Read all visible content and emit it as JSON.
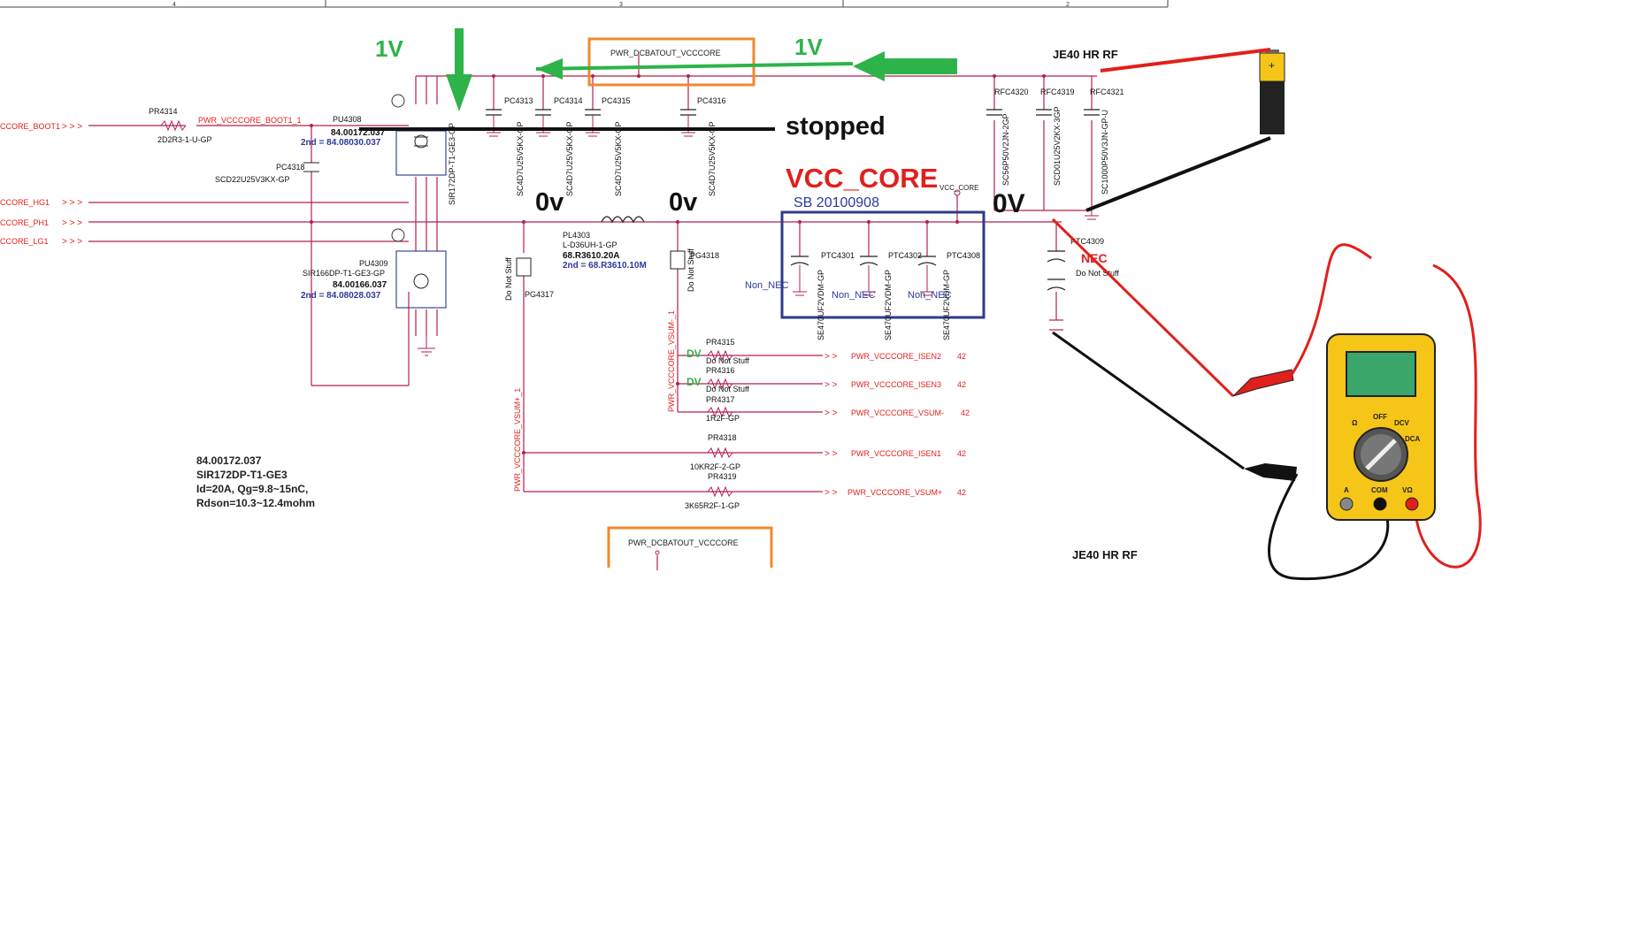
{
  "ruler": {
    "zones": [
      "4",
      "3",
      "2"
    ]
  },
  "annotations": {
    "v1_left": "1V",
    "v1_right": "1V",
    "stopped": "stopped",
    "zero_left": "0v",
    "zero_mid": "0v",
    "zero_right": "0V",
    "vcc_core": "VCC_CORE",
    "sb_date": "SB 20100908",
    "je40_top": "JE40 HR RF",
    "je40_bottom": "JE40 HR RF",
    "nec": "NEC",
    "dv1": "DV",
    "dv2": "DV"
  },
  "nets": {
    "boot_left": "CCORE_BOOT1",
    "hg_left": "CCORE_HG1",
    "ph_left": "CCORE_PH1",
    "lg_left": "CCORE_LG1",
    "boot1_1": "PWR_VCCCORE_BOOT1_1",
    "dcbatout_top": "PWR_DCBATOUT_VCCCORE",
    "dcbatout_bottom": "PWR_DCBATOUT_VCCCORE",
    "vcc_core_small": "VCC_CORE",
    "vsum_minus_v": "PWR_VCCCORE_VSUM-_1",
    "vsum_plus_v": "PWR_VCCCORE_VSUM+_1",
    "isen2": "PWR_VCCCORE_ISEN2",
    "isen3": "PWR_VCCCORE_ISEN3",
    "vsum_minus": "PWR_VCCCORE_VSUM-",
    "isen1": "PWR_VCCCORE_ISEN1",
    "vsum_plus": "PWR_VCCCORE_VSUM+",
    "page_42": "42"
  },
  "parts": {
    "pr4314": "PR4314",
    "pr4314_val": "2D2R3-1-U-GP",
    "pu4308": "PU4308",
    "pu4308_pn": "84.00172.037",
    "pu4308_2nd": "2nd = 84.08030.037",
    "pu4308_v": "SIR172DP-T1-GE3-GP",
    "pc4318": "PC4318",
    "pc4318_val": "SCD22U25V3KX-GP",
    "pu4309": "PU4309",
    "pu4309_val": "SIR166DP-T1-GE3-GP",
    "pu4309_pn": "84.00166.037",
    "pu4309_2nd": "2nd = 84.08028.037",
    "pc4313": "PC4313",
    "pc4314": "PC4314",
    "pc4315": "PC4315",
    "pc4316": "PC4316",
    "cap_v": "SC4D7U25V5KX-GP",
    "pl4303": "PL4303",
    "pl4303_val": "L-D36UH-1-GP",
    "pl4303_pn": "68.R3610.20A",
    "pl4303_2nd": "2nd = 68.R3610.10M",
    "pg4317": "PG4317",
    "pg4318": "PG4318",
    "do_not_stuff": "Do Not Stuff",
    "ptc4301": "PTC4301",
    "ptc4302": "PTC4302",
    "ptc4308": "PTC4308",
    "ptc_v": "SE470UF2VDM-GP",
    "non_nec": "Non_NEC",
    "rfc4320": "RFC4320",
    "rfc4319": "RFC4319",
    "rfc4321": "RFC4321",
    "rfc4320_v": "SC56P50V2JN-2GP",
    "rfc4319_v": "SCD01U25V2KX-3GP",
    "rfc4321_v": "SC1000P50V3JN-GP-U",
    "ptc4309": "PTC4309",
    "pr4315": "PR4315",
    "pr4316": "PR4316",
    "pr4317": "PR4317",
    "pr4317_val": "1R2F-GP",
    "pr4318": "PR4318",
    "pr4318_val": "10KR2F-2-GP",
    "pr4319": "PR4319",
    "pr4319_val": "3K65R2F-1-GP"
  },
  "notes": {
    "line1": "84.00172.037",
    "line2": "SIR172DP-T1-GE3",
    "line3": "Id=20A, Qg=9.8~15nC,",
    "line4": "Rdson=10.3~12.4mohm"
  },
  "multimeter": {
    "off": "OFF",
    "ohm": "Ω",
    "dcv": "DCV",
    "dca": "DCA",
    "a": "A",
    "com": "COM",
    "vohm": "VΩ"
  },
  "battery": {
    "plus": "+"
  },
  "colors": {
    "wire": "#b0204e",
    "green": "#2db34a",
    "red": "#e0201c",
    "orange": "#f08a2a",
    "blue_box": "#2d3a8c",
    "meter_yellow": "#f5c518",
    "meter_screen": "#3aa66a"
  }
}
